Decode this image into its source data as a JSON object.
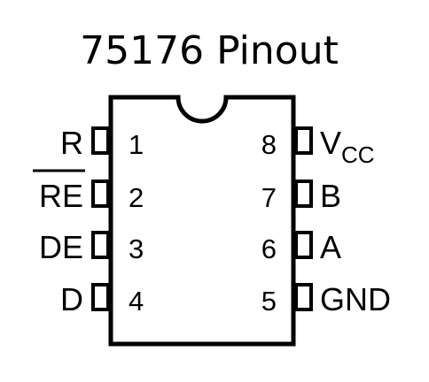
{
  "title": "75176 Pinout",
  "chip": {
    "pins_left": [
      {
        "number": "1",
        "label": "R",
        "overline": false
      },
      {
        "number": "2",
        "label": "RE",
        "overline": true
      },
      {
        "number": "3",
        "label": "DE",
        "overline": false
      },
      {
        "number": "4",
        "label": "D",
        "overline": false
      }
    ],
    "pins_right": [
      {
        "number": "8",
        "label": "V",
        "subscript": "CC"
      },
      {
        "number": "7",
        "label": "B"
      },
      {
        "number": "6",
        "label": "A"
      },
      {
        "number": "5",
        "label": "GND"
      }
    ]
  },
  "colors": {
    "line": "#000000",
    "background": "#ffffff"
  }
}
